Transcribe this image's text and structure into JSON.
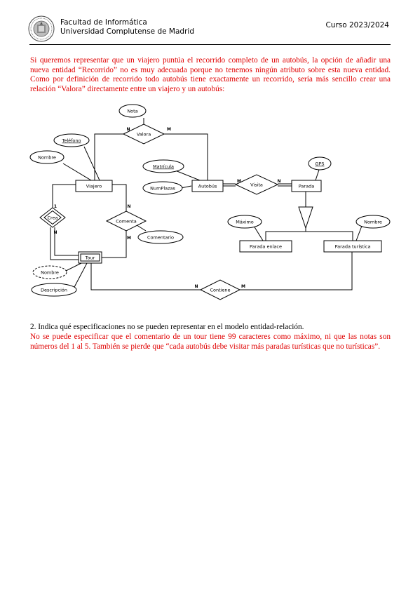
{
  "header": {
    "faculty": "Facultad de Informática",
    "university": "Universidad Complutense de Madrid",
    "course": "Curso 2023/2024"
  },
  "answer1": "Si queremos representar que un viajero puntúa el recorrido completo de un autobús, la opción de añadir una nueva entidad “Recorrido” no es muy adecuada porque no tenemos ningún atributo sobre esta nueva entidad. Como por definición de recorrido todo autobús tiene exactamente un recorrido, sería más sencillo crear una relación “Valora” directamente entre un viajero y un autobús:",
  "diagram": {
    "entities": {
      "viajero": "Viajero",
      "autobus": "Autobús",
      "parada": "Parada",
      "tour": "Tour",
      "parada_enlace": "Parada enlace",
      "parada_turistica": "Parada turística"
    },
    "relations": {
      "valora": "Valora",
      "visita": "Visita",
      "crea": "Crea",
      "comenta": "Comenta",
      "contiene": "Contiene"
    },
    "attributes": {
      "nota": "Nota",
      "telefono": "Teléfono",
      "nombre_viajero": "Nombre",
      "matricula": "Matrícula",
      "num_plazas": "NumPlazas",
      "gps": "GPS",
      "maximo": "Máximo",
      "nombre_parada": "Nombre",
      "comentario": "Comentario",
      "nombre_tour": "Nombre",
      "descripcion": "Descripción"
    },
    "cardinalities": {
      "valora_viajero": "N",
      "valora_autobus": "M",
      "visita_autobus": "M",
      "visita_parada": "N",
      "crea_viajero": "1",
      "crea_tour": "N",
      "comenta_viajero": "N",
      "comenta_tour": "M",
      "contiene_tour": "N",
      "contiene_parada": "M"
    }
  },
  "question2": "2. Indica qué especificaciones no se pueden representar en el modelo entidad-relación.",
  "answer2": "No se puede especificar que el comentario de un tour tiene 99 caracteres como máximo, ni que las notas son números del 1 al 5. También se pierde que “cada autobús debe visitar más paradas turísticas que no turísticas”."
}
